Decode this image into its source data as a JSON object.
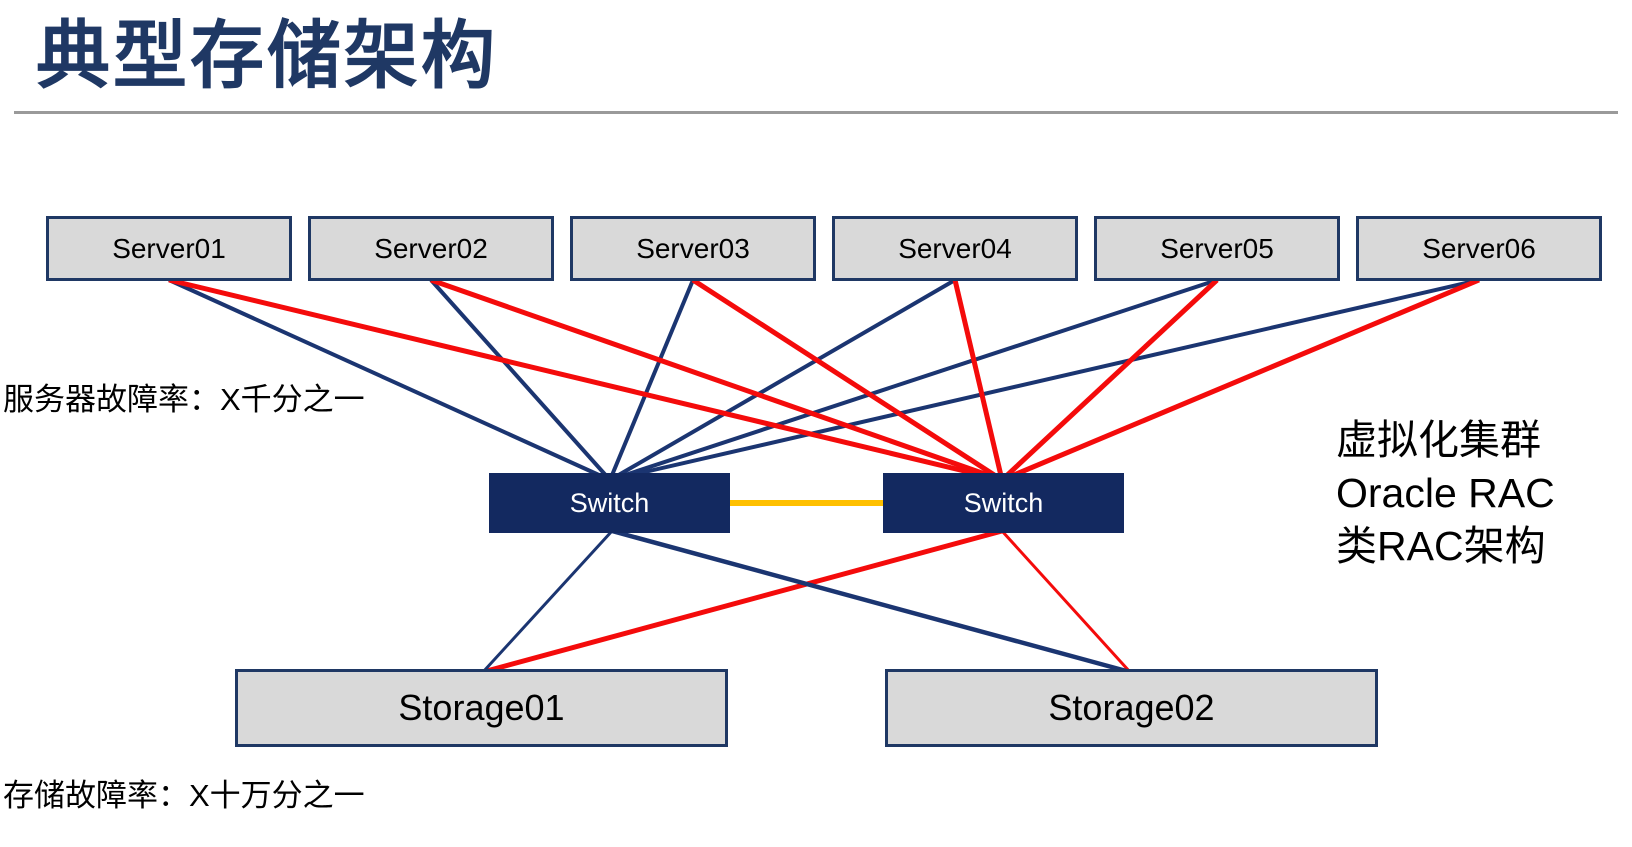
{
  "page": {
    "title": "典型存储架构"
  },
  "diagram": {
    "servers": [
      {
        "label": "Server01"
      },
      {
        "label": "Server02"
      },
      {
        "label": "Server03"
      },
      {
        "label": "Server04"
      },
      {
        "label": "Server05"
      },
      {
        "label": "Server06"
      }
    ],
    "switches": [
      {
        "label": "Switch"
      },
      {
        "label": "Switch"
      }
    ],
    "storages": [
      {
        "label": "Storage01"
      },
      {
        "label": "Storage02"
      }
    ],
    "annotations": {
      "server_failure_rate": "服务器故障率：X千分之一",
      "storage_failure_rate": "存储故障率：X十万分之一",
      "cluster_note_lines": [
        "虚拟化集群",
        "Oracle RAC",
        "类RAC架构"
      ]
    },
    "links": [
      {
        "from": "server01",
        "to": "switch-a",
        "color": "navy",
        "w": 4
      },
      {
        "from": "server02",
        "to": "switch-a",
        "color": "navy",
        "w": 4
      },
      {
        "from": "server03",
        "to": "switch-a",
        "color": "navy",
        "w": 4
      },
      {
        "from": "server04",
        "to": "switch-a",
        "color": "navy",
        "w": 4
      },
      {
        "from": "server05",
        "to": "switch-a",
        "color": "navy",
        "w": 4
      },
      {
        "from": "server06",
        "to": "switch-a",
        "color": "navy",
        "w": 4
      },
      {
        "from": "server01",
        "to": "switch-b",
        "color": "red",
        "w": 5
      },
      {
        "from": "server02",
        "to": "switch-b",
        "color": "red",
        "w": 5
      },
      {
        "from": "server03",
        "to": "switch-b",
        "color": "red",
        "w": 5
      },
      {
        "from": "server04",
        "to": "switch-b",
        "color": "red",
        "w": 5
      },
      {
        "from": "server05",
        "to": "switch-b",
        "color": "red",
        "w": 5
      },
      {
        "from": "server06",
        "to": "switch-b",
        "color": "red",
        "w": 5
      },
      {
        "from": "switch-a",
        "to": "switch-b",
        "color": "yellow",
        "w": 6
      },
      {
        "from": "switch-b",
        "to": "storage01",
        "color": "red",
        "w": 5
      },
      {
        "from": "switch-b",
        "to": "storage02",
        "color": "red",
        "w": 3
      },
      {
        "from": "switch-a",
        "to": "storage01",
        "color": "navy",
        "w": 3
      },
      {
        "from": "switch-a",
        "to": "storage02",
        "color": "navy",
        "w": 4.5
      }
    ],
    "colors": {
      "navy": "#1B3571",
      "red": "#F40B0B",
      "yellow": "#FFC000",
      "box_fill": "#D9D9D9",
      "box_border": "#1F3864",
      "switch_fill": "#132960",
      "title": "#1F3864"
    }
  }
}
